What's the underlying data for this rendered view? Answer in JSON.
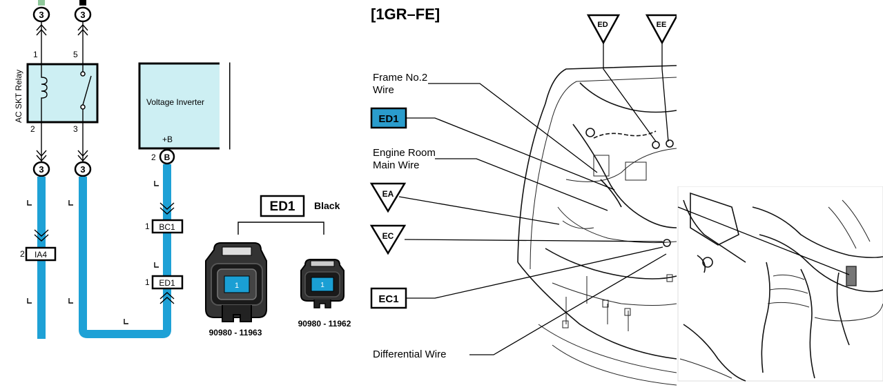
{
  "schematic": {
    "top_connector_left": "3",
    "top_connector_right": "3",
    "relay": {
      "label": "AC SKT Relay",
      "pin_top_left": "1",
      "pin_top_right": "5",
      "pin_bottom_left": "2",
      "pin_bottom_right": "3"
    },
    "mid_connector_left": "3",
    "mid_connector_right": "3",
    "inverter": {
      "label": "Voltage Inverter",
      "terminal_label": "+B",
      "terminal_pin": "2",
      "terminal_code": "B"
    },
    "connectors": [
      {
        "pin": "2",
        "code": "IA4"
      },
      {
        "pin": "1",
        "code": "BC1"
      },
      {
        "pin": "1",
        "code": "ED1"
      }
    ]
  },
  "connector_detail": {
    "code": "ED1",
    "color": "Black",
    "parts": [
      {
        "pin": "1",
        "part_number": "90980 - 11963"
      },
      {
        "pin": "1",
        "part_number": "90980 - 11962"
      }
    ]
  },
  "location": {
    "title": "[1GR–FE]",
    "ground_top": [
      "ED",
      "EE"
    ],
    "labels": {
      "frame_wire": "Frame No.2\nWire",
      "ed1": "ED1",
      "engine_room_wire": "Engine Room\nMain Wire",
      "ea": "EA",
      "ec": "EC",
      "ec1": "EC1",
      "differential_wire": "Differential Wire"
    }
  },
  "colors": {
    "wire": "#1ea1d6",
    "relay_fill": "#cdeff3",
    "connector_highlight": "#1a9fd4",
    "ed1_fill": "#2a9ccc"
  }
}
